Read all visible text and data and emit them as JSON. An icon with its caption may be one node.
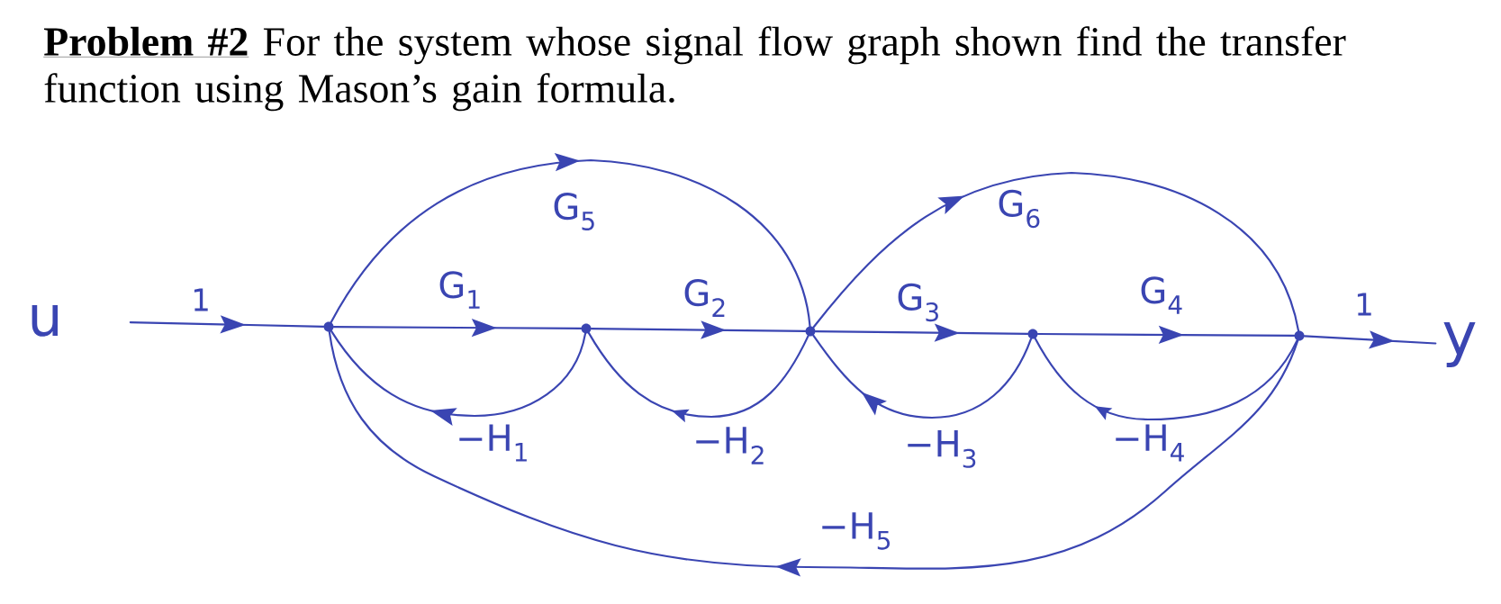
{
  "diagram": {
    "title": "**Problem #2** For the system whose signal flow graph shown find the transfer function using Mason’s gain formula.",
    "nodes": [
      {
        "text": [
          "u"
        ]
      },
      {
        "text": [],
        "shape": "circle"
      },
      {
        "text": [],
        "shape": "circle"
      },
      {
        "text": [],
        "shape": "circle"
      },
      {
        "text": [],
        "shape": "circle"
      },
      {
        "text": [],
        "shape": "circle"
      },
      {
        "text": [
          "y"
        ]
      }
    ],
    "edges": [
      {
        "from": 0,
        "to": 1,
        "arrow": "to",
        "label": "1"
      },
      {
        "from": 1,
        "to": 2,
        "arrow": "to",
        "label": "G$_{1}$"
      },
      {
        "from": 2,
        "to": 3,
        "arrow": "to",
        "label": "G$_{2}$"
      },
      {
        "from": 3,
        "to": 4,
        "arrow": "to",
        "label": "G$_{3}$"
      },
      {
        "from": 4,
        "to": 5,
        "arrow": "to",
        "label": "G$_{4}$"
      },
      {
        "from": 5,
        "to": 6,
        "arrow": "to",
        "label": "1"
      },
      {
        "from": 1,
        "to": 3,
        "arrow": "to",
        "label": "G$_{5}$"
      },
      {
        "from": 3,
        "to": 5,
        "arrow": "to",
        "label": "G$_{6}$"
      },
      {
        "from": 2,
        "to": 1,
        "arrow": "to",
        "label": "−H$_{1}$"
      },
      {
        "from": 3,
        "to": 2,
        "arrow": "to",
        "label": "−H$_{2}$"
      },
      {
        "from": 4,
        "to": 3,
        "arrow": "to",
        "label": "−H$_{3}$"
      },
      {
        "from": 5,
        "to": 4,
        "arrow": "to",
        "label": "−H$_{4}$"
      },
      {
        "from": 5,
        "to": 1,
        "arrow": "to",
        "label": "−H$_{5}$"
      }
    ]
  }
}
